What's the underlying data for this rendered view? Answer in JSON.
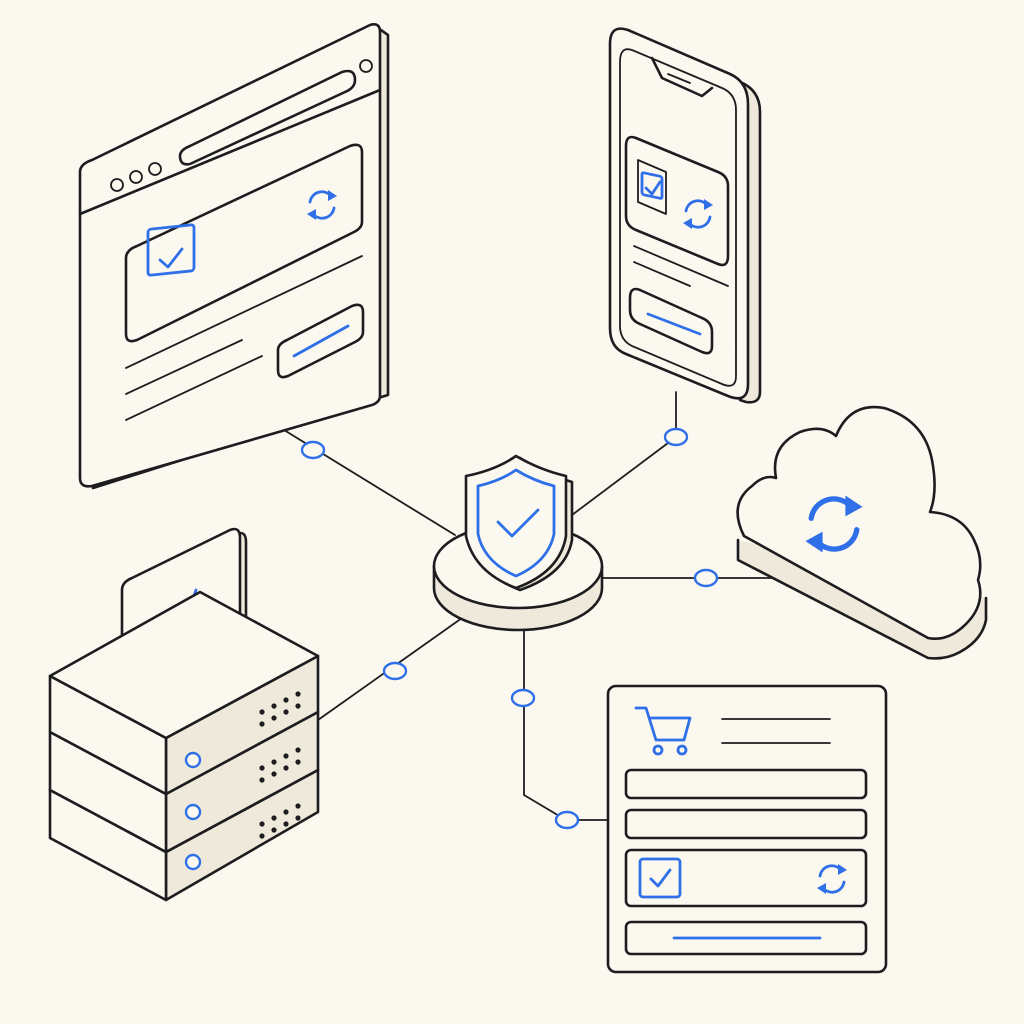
{
  "colors": {
    "accent": "#2f6fe8",
    "ink": "#1d1d1f",
    "background": "#fbf8f0"
  },
  "hub": {
    "icon": "shield-check-icon"
  },
  "nodes": [
    {
      "id": "browser-window",
      "icons": [
        "checkbox-checked-icon",
        "sync-icon"
      ]
    },
    {
      "id": "mobile-phone",
      "icons": [
        "checkbox-checked-icon",
        "sync-icon"
      ]
    },
    {
      "id": "cloud",
      "icons": [
        "sync-icon"
      ]
    },
    {
      "id": "server-stack",
      "icons": [
        "code-icon"
      ]
    },
    {
      "id": "shopping-form",
      "icons": [
        "shopping-cart-icon",
        "checkbox-checked-icon",
        "sync-icon"
      ]
    }
  ],
  "connections": [
    {
      "from": "hub",
      "to": "browser-window"
    },
    {
      "from": "hub",
      "to": "mobile-phone"
    },
    {
      "from": "hub",
      "to": "cloud"
    },
    {
      "from": "hub",
      "to": "server-stack"
    },
    {
      "from": "hub",
      "to": "shopping-form"
    }
  ]
}
